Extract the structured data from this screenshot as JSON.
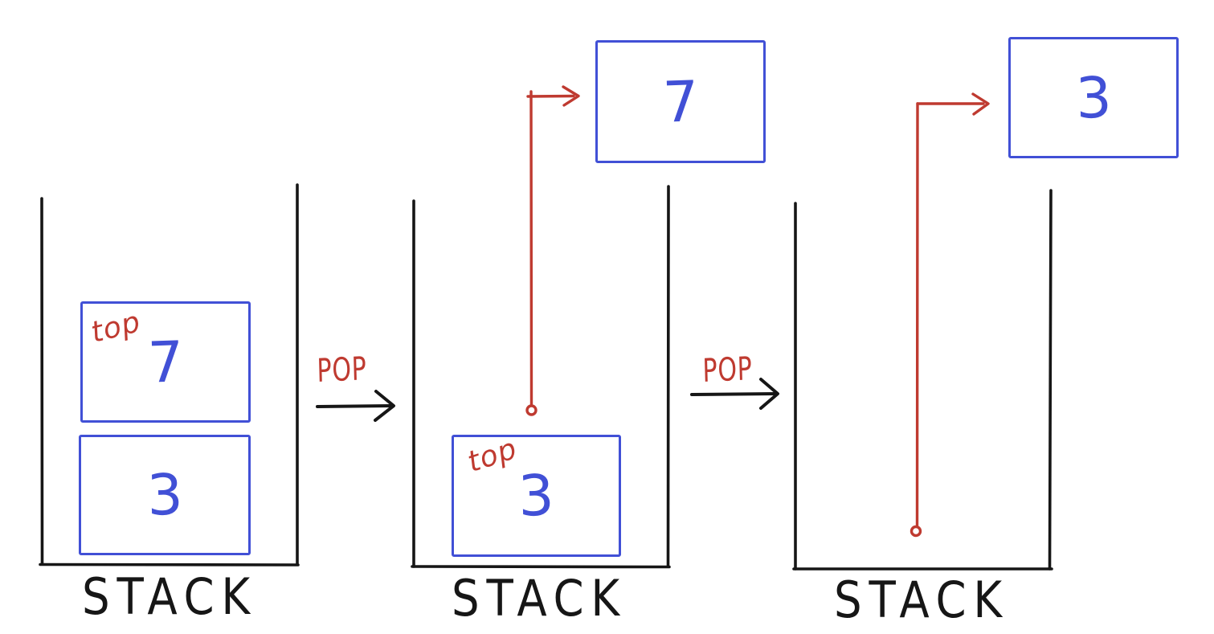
{
  "diagram": {
    "type": "stack-pop-sequence",
    "colors": {
      "outline_black": "#161616",
      "box_blue": "#4150d6",
      "annotation_red": "#bf3a30",
      "background": "#ffffff"
    },
    "stages": [
      {
        "caption": "STACK",
        "top_label": "top",
        "items": [
          "7",
          "3"
        ],
        "popped_value": null
      },
      {
        "caption": "STACK",
        "top_label": "top",
        "items": [
          "3"
        ],
        "popped_value": "7"
      },
      {
        "caption": "STACK",
        "items": [],
        "popped_value": "3"
      }
    ],
    "operations": [
      {
        "label": "POP"
      },
      {
        "label": "POP"
      }
    ]
  }
}
